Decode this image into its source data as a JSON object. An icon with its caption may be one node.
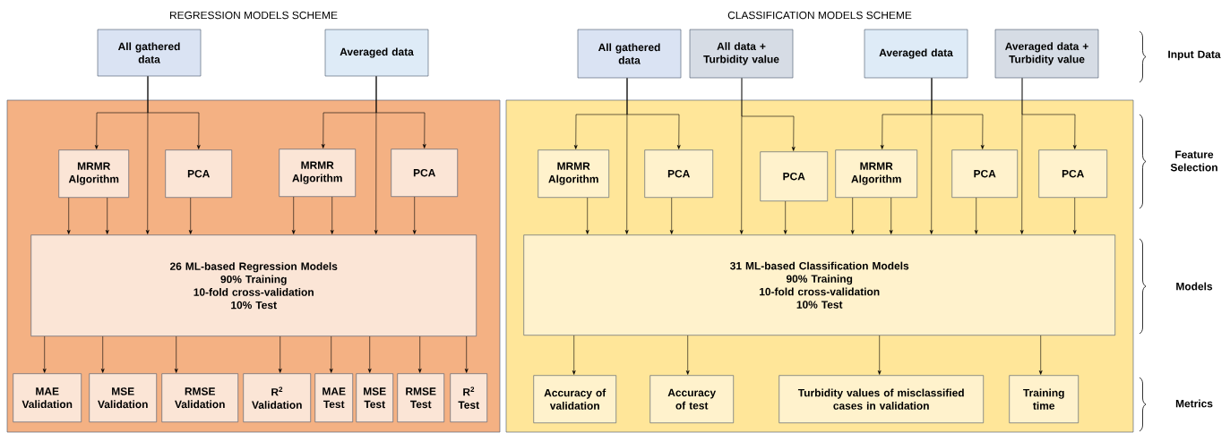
{
  "diagram": {
    "nodes": [
      {
        "text": [],
        "shape": "box"
      },
      {
        "text": [
          "All gathered data"
        ]
      },
      {
        "text": [
          "Averaged data"
        ]
      },
      {
        "text": [
          "MRMR Algorithm"
        ],
        "in": 0
      },
      {
        "text": [
          "PCA"
        ],
        "in": 0
      },
      {
        "text": [
          "MRMR Algorithm"
        ],
        "in": 0
      },
      {
        "text": [
          "PCA"
        ],
        "in": 0
      },
      {
        "text": [
          "26 ML-based Regression Models",
          "90% Training",
          "10-fold cross-validation",
          "10% Test"
        ],
        "in": 0
      },
      {
        "text": [
          "MAE Validation"
        ],
        "in": 0
      },
      {
        "text": [
          "MSE Validation"
        ],
        "in": 0
      },
      {
        "text": [
          "RMSE Validation"
        ],
        "in": 0
      },
      {
        "text": [
          "R$^{2}$ Validation"
        ],
        "in": 0
      },
      {
        "text": [
          "MAE Test"
        ],
        "in": 0
      },
      {
        "text": [
          "MSE Test"
        ],
        "in": 0
      },
      {
        "text": [
          "RMSE Test"
        ],
        "in": 0
      },
      {
        "text": [
          "R$^{2}$ Test"
        ],
        "in": 0
      },
      {
        "text": [],
        "shape": "box"
      },
      {
        "text": [
          "All gathered data"
        ]
      },
      {
        "text": [
          "All data + Turbidity value"
        ]
      },
      {
        "text": [
          "Averaged data"
        ]
      },
      {
        "text": [
          "Averaged data + Turbidity value"
        ]
      },
      {
        "text": [
          "MRMR Algorithm"
        ],
        "in": 16
      },
      {
        "text": [
          "PCA"
        ],
        "in": 16
      },
      {
        "text": [
          "PCA"
        ],
        "in": 16
      },
      {
        "text": [
          "MRMR Algorithm"
        ],
        "in": 16
      },
      {
        "text": [
          "PCA"
        ],
        "in": 16
      },
      {
        "text": [
          "PCA"
        ],
        "in": 16
      },
      {
        "text": [
          "31 ML-based Classification Models",
          "90% Training",
          "10-fold cross-validation",
          "10% Test"
        ],
        "in": 16
      },
      {
        "text": [
          "Accuracy of validation"
        ],
        "in": 16
      },
      {
        "text": [
          "Accuracy of test"
        ],
        "in": 16
      },
      {
        "text": [
          "Turbidity values of misclassified cases in validation"
        ],
        "in": 16
      },
      {
        "text": [
          "Training time"
        ],
        "in": 16
      }
    ],
    "edges": [
      {
        "from": 1,
        "to": 3,
        "arrow": "to"
      },
      {
        "from": 1,
        "to": 4,
        "arrow": "to"
      },
      {
        "from": 1,
        "to": 7,
        "arrow": "to"
      },
      {
        "from": 2,
        "to": 5,
        "arrow": "to"
      },
      {
        "from": 2,
        "to": 6,
        "arrow": "to"
      },
      {
        "from": 2,
        "to": 7,
        "arrow": "to"
      },
      {
        "from": 3,
        "to": 7,
        "arrow": "to"
      },
      {
        "from": 3,
        "to": 7,
        "arrow": "to"
      },
      {
        "from": 4,
        "to": 7,
        "arrow": "to"
      },
      {
        "from": 5,
        "to": 7,
        "arrow": "to"
      },
      {
        "from": 5,
        "to": 7,
        "arrow": "to"
      },
      {
        "from": 6,
        "to": 7,
        "arrow": "to"
      },
      {
        "from": 7,
        "to": 8,
        "arrow": "to"
      },
      {
        "from": 7,
        "to": 9,
        "arrow": "to"
      },
      {
        "from": 7,
        "to": 10,
        "arrow": "to"
      },
      {
        "from": 7,
        "to": 11,
        "arrow": "to"
      },
      {
        "from": 7,
        "to": 12,
        "arrow": "to"
      },
      {
        "from": 7,
        "to": 13,
        "arrow": "to"
      },
      {
        "from": 7,
        "to": 14,
        "arrow": "to"
      },
      {
        "from": 7,
        "to": 15,
        "arrow": "to"
      },
      {
        "from": 17,
        "to": 21,
        "arrow": "to"
      },
      {
        "from": 17,
        "to": 22,
        "arrow": "to"
      },
      {
        "from": 17,
        "to": 27,
        "arrow": "to"
      },
      {
        "from": 18,
        "to": 23,
        "arrow": "to"
      },
      {
        "from": 18,
        "to": 27,
        "arrow": "to"
      },
      {
        "from": 19,
        "to": 24,
        "arrow": "to"
      },
      {
        "from": 19,
        "to": 25,
        "arrow": "to"
      },
      {
        "from": 19,
        "to": 27,
        "arrow": "to"
      },
      {
        "from": 20,
        "to": 26,
        "arrow": "to"
      },
      {
        "from": 20,
        "to": 27,
        "arrow": "to"
      },
      {
        "from": 21,
        "to": 27,
        "arrow": "to"
      },
      {
        "from": 22,
        "to": 27,
        "arrow": "to"
      },
      {
        "from": 23,
        "to": 27,
        "arrow": "to"
      },
      {
        "from": 24,
        "to": 27,
        "arrow": "to"
      },
      {
        "from": 24,
        "to": 27,
        "arrow": "to"
      },
      {
        "from": 25,
        "to": 27,
        "arrow": "to"
      },
      {
        "from": 26,
        "to": 27,
        "arrow": "to"
      },
      {
        "from": 27,
        "to": 28,
        "arrow": "to"
      },
      {
        "from": 27,
        "to": 29,
        "arrow": "to"
      },
      {
        "from": 27,
        "to": 30,
        "arrow": "to"
      },
      {
        "from": 27,
        "to": 31,
        "arrow": "to"
      }
    ],
    "labels": [
      "REGRESSION MODELS SCHEME",
      "CLASSIFICATION MODELS SCHEME",
      "Input Data",
      "Feature Selection",
      "Models",
      "Metrics"
    ]
  }
}
